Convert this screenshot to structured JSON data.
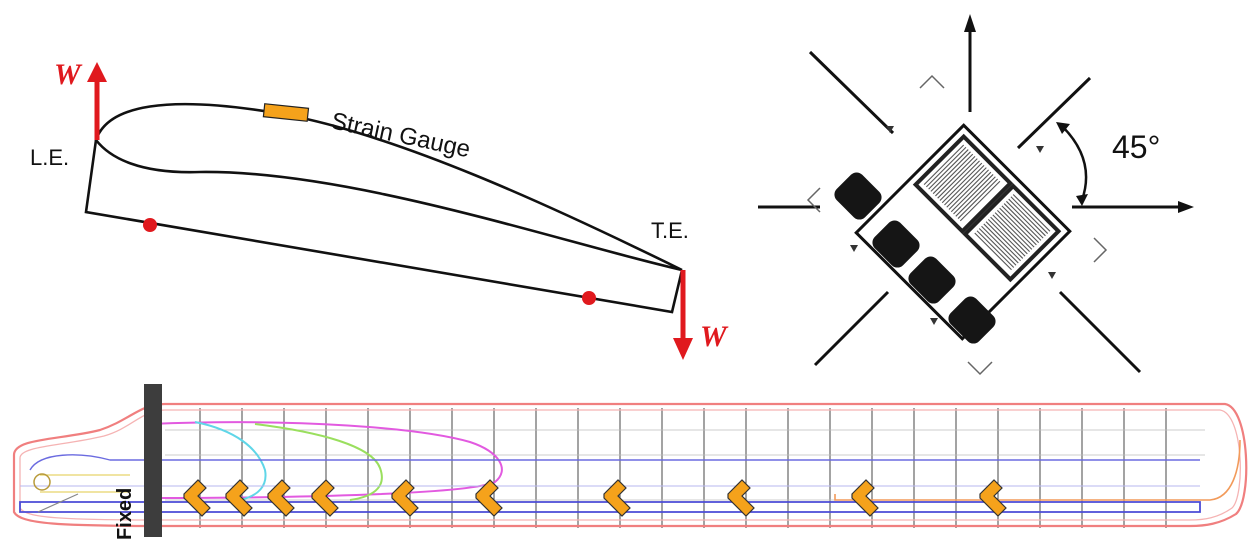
{
  "airfoil": {
    "le_label": "L.E.",
    "te_label": "T.E.",
    "gauge_label": "Strain Gauge",
    "load_up_label": "W",
    "load_down_label": "W"
  },
  "rosette": {
    "angle_label": "45°"
  },
  "blade": {
    "fixed_label": "Fixed",
    "gauge_count": 10
  },
  "colors": {
    "load_arrow": "#e0191e",
    "gauge_fill": "#f5a21b",
    "outline": "#111111",
    "blade_outer": "#f07f7f",
    "blade_inner_magenta": "#e25ae0",
    "blade_cyan": "#5fd6e8",
    "blade_green": "#9adf5e",
    "blade_blue": "#4b4bd6",
    "fixed_bar": "#3d3d3d"
  }
}
